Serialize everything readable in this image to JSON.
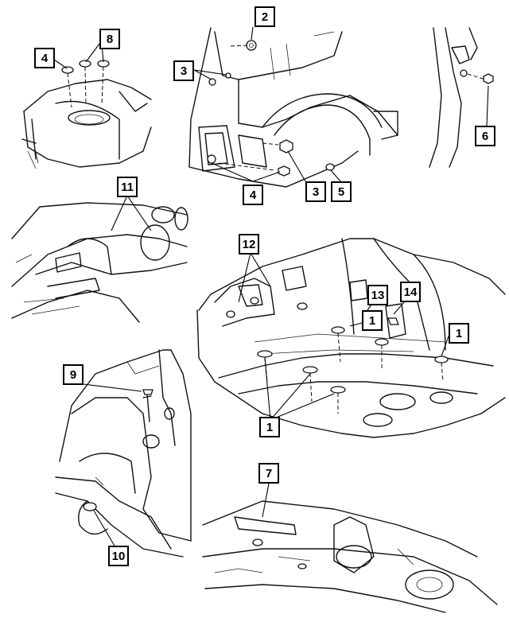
{
  "callouts": {
    "c2": "2",
    "c3a": "3",
    "c3b": "3",
    "c4a": "4",
    "c4b": "4",
    "c5": "5",
    "c6": "6",
    "c8": "8",
    "c11": "11",
    "c12": "12",
    "c13": "13",
    "c14": "14",
    "c1a": "1",
    "c1b": "1",
    "c1c": "1",
    "c9": "9",
    "c10": "10",
    "c7": "7"
  }
}
